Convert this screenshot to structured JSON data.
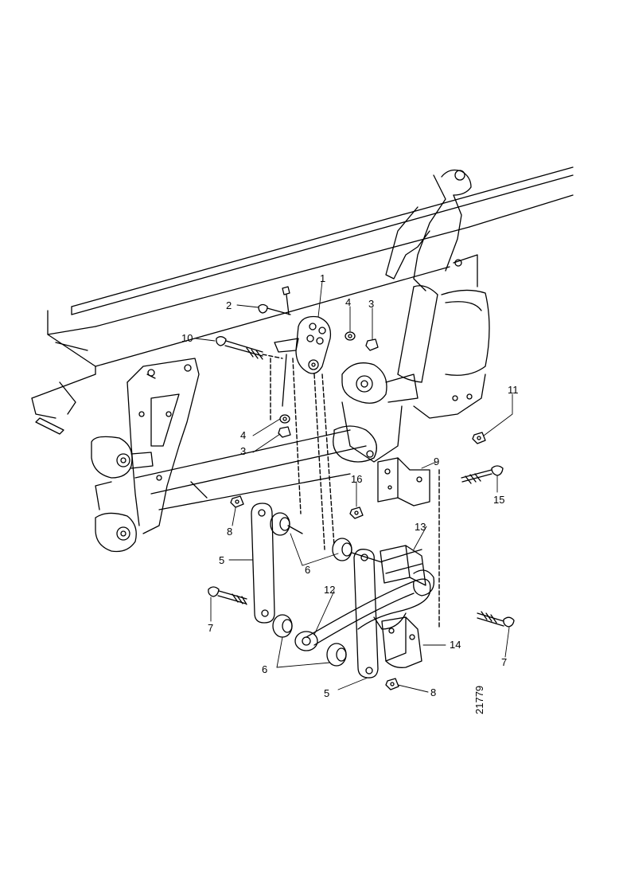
{
  "figure_number": "21779",
  "callouts": {
    "c1": "1",
    "c2": "2",
    "c3a": "3",
    "c3b": "3",
    "c4a": "4",
    "c4b": "4",
    "c5a": "5",
    "c5b": "5",
    "c6a": "6",
    "c6b": "6",
    "c7a": "7",
    "c7b": "7",
    "c8a": "8",
    "c8b": "8",
    "c9": "9",
    "c10": "10",
    "c11": "11",
    "c12": "12",
    "c13": "13",
    "c14": "14",
    "c15": "15",
    "c16": "16"
  }
}
